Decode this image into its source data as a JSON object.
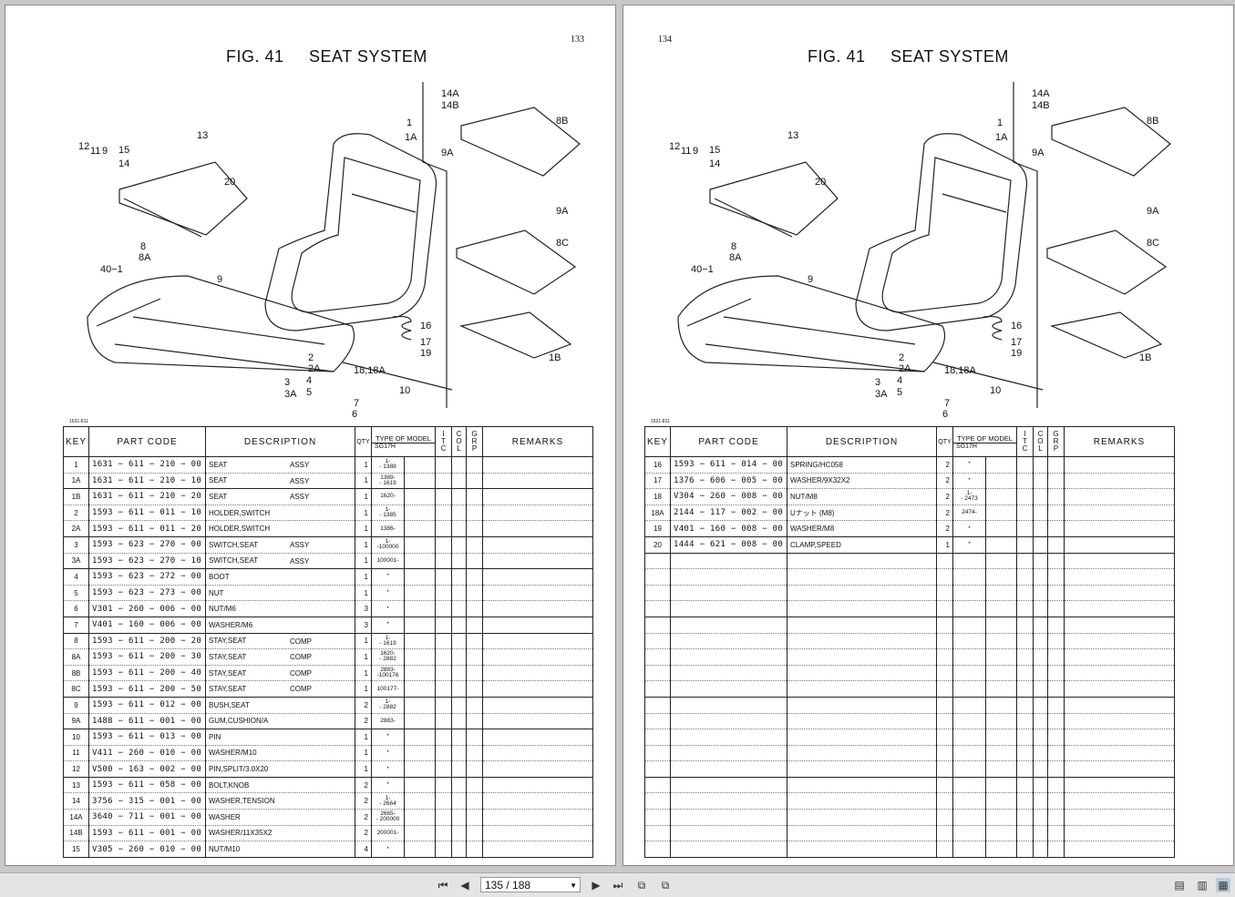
{
  "left_page": {
    "page_number": "133",
    "figure_title": "FIG. 41     SEAT SYSTEM",
    "code_tag": "1631-811",
    "headers": {
      "key": "KEY",
      "part_code": "PART CODE",
      "description": "DESCRIPTION",
      "qty": "QTY",
      "type_of_model": "TYPE OF MODEL",
      "model": "SG17H",
      "itc": "ITC",
      "col": "COL",
      "grp": "GRP",
      "remarks": "REMARKS"
    },
    "rows": [
      {
        "key": "1",
        "code": "1631 − 611 − 210 − 00",
        "desc": "SEAT",
        "asm": "ASSY",
        "qty": "1",
        "model": "1-\n- 1388"
      },
      {
        "key": "1A",
        "code": "1631 − 611 − 210 − 10",
        "desc": "SEAT",
        "asm": "ASSY",
        "qty": "1",
        "model": "1389-\n- 1619"
      },
      {
        "key": "1B",
        "code": "1631 − 611 − 210 − 20",
        "desc": "SEAT",
        "asm": "ASSY",
        "qty": "1",
        "model": "1620-"
      },
      {
        "key": "2",
        "code": "1593 − 611 − 011 − 10",
        "desc": "HOLDER,SWITCH",
        "asm": "",
        "qty": "1",
        "model": "1-\n- 1385"
      },
      {
        "key": "2A",
        "code": "1593 − 611 − 011 − 20",
        "desc": "HOLDER,SWITCH",
        "asm": "",
        "qty": "1",
        "model": "1386-"
      },
      {
        "key": "3",
        "code": "1593 − 623 − 270 − 00",
        "desc": "SWITCH,SEAT",
        "asm": "ASSY",
        "qty": "1",
        "model": "1-\n-100000"
      },
      {
        "key": "3A",
        "code": "1593 − 623 − 270 − 10",
        "desc": "SWITCH,SEAT",
        "asm": "ASSY",
        "qty": "1",
        "model": "100001-"
      },
      {
        "key": "4",
        "code": "1593 − 623 − 272 − 00",
        "desc": "BOOT",
        "asm": "",
        "qty": "1",
        "model": "*"
      },
      {
        "key": "5",
        "code": "1593 − 623 − 273 − 00",
        "desc": "NUT",
        "asm": "",
        "qty": "1",
        "model": "*"
      },
      {
        "key": "6",
        "code": "V301 − 260 − 006 − 00",
        "desc": "NUT/M6",
        "asm": "",
        "qty": "3",
        "model": "*"
      },
      {
        "key": "7",
        "code": "V401 − 160 − 006 − 00",
        "desc": "WASHER/M6",
        "asm": "",
        "qty": "3",
        "model": "*"
      },
      {
        "key": "8",
        "code": "1593 − 611 − 200 − 20",
        "desc": "STAY,SEAT",
        "asm": "COMP",
        "qty": "1",
        "model": "1-\n- 1619"
      },
      {
        "key": "8A",
        "code": "1593 − 611 − 200 − 30",
        "desc": "STAY,SEAT",
        "asm": "COMP",
        "qty": "1",
        "model": "1620-\n- 2882"
      },
      {
        "key": "8B",
        "code": "1593 − 611 − 200 − 40",
        "desc": "STAY,SEAT",
        "asm": "COMP",
        "qty": "1",
        "model": "2883-\n-100176"
      },
      {
        "key": "8C",
        "code": "1593 − 611 − 200 − 50",
        "desc": "STAY,SEAT",
        "asm": "COMP",
        "qty": "1",
        "model": "100177-"
      },
      {
        "key": "9",
        "code": "1593 − 611 − 012 − 00",
        "desc": "BUSH,SEAT",
        "asm": "",
        "qty": "2",
        "model": "1-\n- 2882"
      },
      {
        "key": "9A",
        "code": "1488 − 611 − 001 − 00",
        "desc": "GUM,CUSHION/A",
        "asm": "",
        "qty": "2",
        "model": "2883-"
      },
      {
        "key": "10",
        "code": "1593 − 611 − 013 − 00",
        "desc": "PIN",
        "asm": "",
        "qty": "1",
        "model": "*"
      },
      {
        "key": "11",
        "code": "V411 − 260 − 010 − 00",
        "desc": "WASHER/M10",
        "asm": "",
        "qty": "1",
        "model": "*"
      },
      {
        "key": "12",
        "code": "V500 − 163 − 002 − 00",
        "desc": "PIN,SPLIT/3.0X20",
        "asm": "",
        "qty": "1",
        "model": "*"
      },
      {
        "key": "13",
        "code": "1593 − 611 − 058 − 00",
        "desc": "BOLT,KNOB",
        "asm": "",
        "qty": "2",
        "model": "*"
      },
      {
        "key": "14",
        "code": "3756 − 315 − 001 − 00",
        "desc": "WASHER,TENSION",
        "asm": "",
        "qty": "2",
        "model": "1-\n- 2664"
      },
      {
        "key": "14A",
        "code": "3640 − 711 − 001 − 00",
        "desc": "WASHER",
        "asm": "",
        "qty": "2",
        "model": "2665-\n- 200000"
      },
      {
        "key": "14B",
        "code": "1593 − 611 − 001 − 00",
        "desc": "WASHER/11X35X2",
        "asm": "",
        "qty": "2",
        "model": "200001-"
      },
      {
        "key": "15",
        "code": "V305 − 260 − 010 − 00",
        "desc": "NUT/M10",
        "asm": "",
        "qty": "4",
        "model": "*"
      }
    ]
  },
  "right_page": {
    "page_number": "134",
    "figure_title": "FIG. 41     SEAT SYSTEM",
    "code_tag": "1631-811",
    "headers": {
      "key": "KEY",
      "part_code": "PART CODE",
      "description": "DESCRIPTION",
      "qty": "QTY",
      "type_of_model": "TYPE OF MODEL",
      "model": "SG17H",
      "itc": "ITC",
      "col": "COL",
      "grp": "GRP",
      "remarks": "REMARKS"
    },
    "rows": [
      {
        "key": "16",
        "code": "1593 − 611 − 014 − 00",
        "desc": "SPRING/HC058",
        "asm": "",
        "qty": "2",
        "model": "*"
      },
      {
        "key": "17",
        "code": "1376 − 606 − 005 − 00",
        "desc": "WASHER/9X32X2",
        "asm": "",
        "qty": "2",
        "model": "*"
      },
      {
        "key": "18",
        "code": "V304 − 260 − 008 − 00",
        "desc": "NUT/M8",
        "asm": "",
        "qty": "2",
        "model": "1-\n- 2473"
      },
      {
        "key": "18A",
        "code": "2144 − 117 − 002 − 00",
        "desc": "Uナット (M8)",
        "asm": "",
        "qty": "2",
        "model": "2474-"
      },
      {
        "key": "19",
        "code": "V401 − 160 − 008 − 00",
        "desc": "WASHER/M8",
        "asm": "",
        "qty": "2",
        "model": "*"
      },
      {
        "key": "20",
        "code": "1444 − 621 − 008 − 00",
        "desc": "CLAMP,SPEED",
        "asm": "",
        "qty": "1",
        "model": "*"
      }
    ]
  },
  "drawing_labels": [
    "1",
    "1A",
    "1B",
    "2",
    "2A",
    "3",
    "3A",
    "4",
    "5",
    "6",
    "7",
    "8",
    "8A",
    "8B",
    "8C",
    "9",
    "9A",
    "10",
    "11",
    "12",
    "13",
    "14",
    "14A",
    "14B",
    "15",
    "16",
    "17",
    "18,18A",
    "19",
    "20",
    "40−1"
  ],
  "toolbar": {
    "page_display": "135 / 188",
    "icons": [
      "first-page-icon",
      "prev-page-icon",
      "next-page-icon",
      "last-page-icon",
      "go-back-icon",
      "go-forward-icon",
      "single-page-view-icon",
      "continuous-view-icon",
      "facing-view-icon"
    ]
  }
}
